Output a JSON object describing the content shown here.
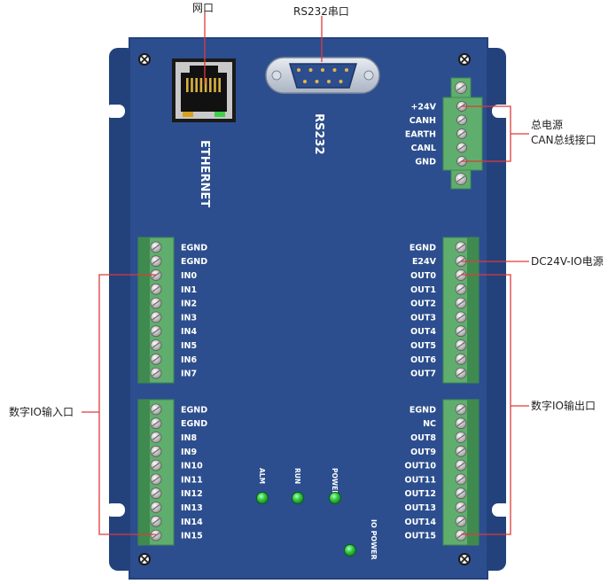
{
  "annotations": {
    "ethernet_port": "网口",
    "rs232_port": "RS232串口",
    "main_power_line1": "总电源",
    "main_power_line2": "CAN总线接口",
    "io_power": "DC24V-IO电源",
    "digital_input": "数字IO输入口",
    "digital_output": "数字IO输出口"
  },
  "board_labels": {
    "ethernet": "ETHERNET",
    "rs232": "RS232",
    "io_power": "IO POWER"
  },
  "leds": [
    {
      "label": "ALM"
    },
    {
      "label": "RUN"
    },
    {
      "label": "POWER"
    }
  ],
  "power_terminal_pins": [
    "+24V",
    "CANH",
    "EARTH",
    "CANL",
    "GND"
  ],
  "input_block_1_pins": [
    "EGND",
    "EGND",
    "IN0",
    "IN1",
    "IN2",
    "IN3",
    "IN4",
    "IN5",
    "IN6",
    "IN7"
  ],
  "input_block_2_pins": [
    "EGND",
    "EGND",
    "IN8",
    "IN9",
    "IN10",
    "IN11",
    "IN12",
    "IN13",
    "IN14",
    "IN15"
  ],
  "output_block_1_pins": [
    "EGND",
    "E24V",
    "OUT0",
    "OUT1",
    "OUT2",
    "OUT3",
    "OUT4",
    "OUT5",
    "OUT6",
    "OUT7"
  ],
  "output_block_2_pins": [
    "EGND",
    "NC",
    "OUT8",
    "OUT9",
    "OUT10",
    "OUT11",
    "OUT12",
    "OUT13",
    "OUT14",
    "OUT15"
  ],
  "colors": {
    "board": "#2c4e8e",
    "board_edge": "#23427c",
    "terminal_green": "#5fae6d",
    "terminal_dark": "#3f8a4e",
    "callout_line": "#e03a3a",
    "led_green": "#36d147"
  }
}
